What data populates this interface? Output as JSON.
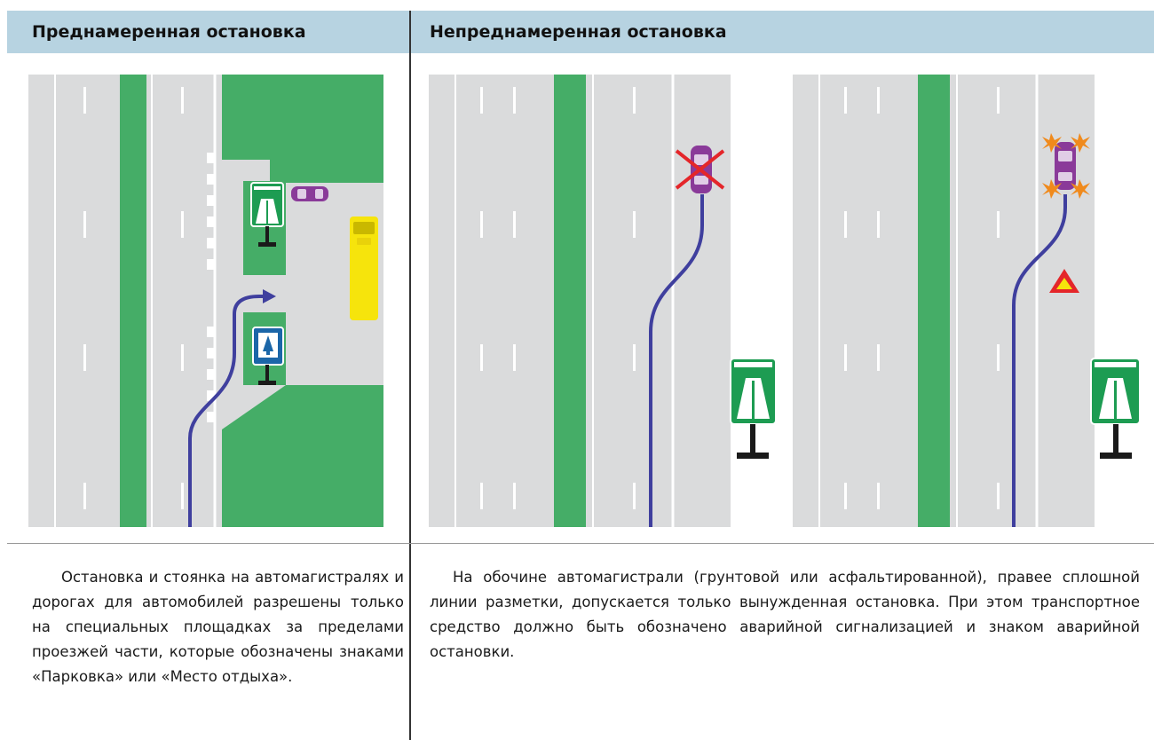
{
  "columns": {
    "left": {
      "title": "Преднамеренная остановка",
      "text": "Остановка и стоянка на автомагистралях и дорогах для автомобилей разрешены только на специальных площадках за пределами проезжей части, которые обозначены знаками «Парковка» или «Место отдыха»."
    },
    "right": {
      "title": "Непреднамеренная остановка",
      "text": "На обочине автомагистрали (грунтовой или асфальтированной), правее сплошной линии разметки, допускается только вынужденная остановка. При этом транспортное средство должно быть обозначено аварийной сигнализацией и знаком аварийной остановки."
    }
  },
  "signs": [
    "motorway-sign",
    "rest-area-sign",
    "warning-triangle-sign"
  ],
  "colors": {
    "header": "#b7d3e1",
    "road": "#dadbdc",
    "median": "#45ad67",
    "sign_green": "#1d9c52",
    "sign_blue": "#1b66a8",
    "path": "#3f3f9e",
    "bus": "#f6e40c",
    "car": "#8a3a99",
    "cross": "#e4262a",
    "hazard": "#f08a1c"
  }
}
